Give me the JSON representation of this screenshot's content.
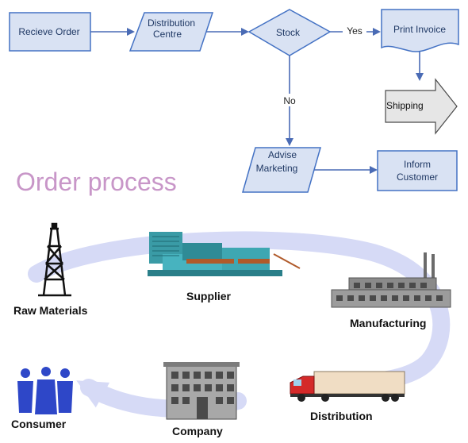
{
  "colors": {
    "shape_fill": "#d9e2f3",
    "shape_stroke": "#4472c4",
    "arrow": "#4a6bb5",
    "title": "#c896c8",
    "cycle": "#d6daf6"
  },
  "flowchart": {
    "receive_order": "Recieve Order",
    "distribution_centre": [
      "Distribution",
      "Centre"
    ],
    "stock": "Stock",
    "print_invoice": "Print Invoice",
    "shipping": "Shipping",
    "advise_marketing": [
      "Advise",
      "Marketing"
    ],
    "inform_customer": [
      "Inform",
      "Customer"
    ],
    "edge_yes": "Yes",
    "edge_no": "No"
  },
  "title": "Order process",
  "supply_chain": {
    "raw_materials": "Raw Materials",
    "supplier": "Supplier",
    "manufacturing": "Manufacturing",
    "distribution": "Distribution",
    "company": "Company",
    "consumer": "Consumer",
    "icons": [
      "oil-derrick-icon",
      "power-plant-icon",
      "factory-icon",
      "truck-icon",
      "office-building-icon",
      "people-icon"
    ]
  }
}
